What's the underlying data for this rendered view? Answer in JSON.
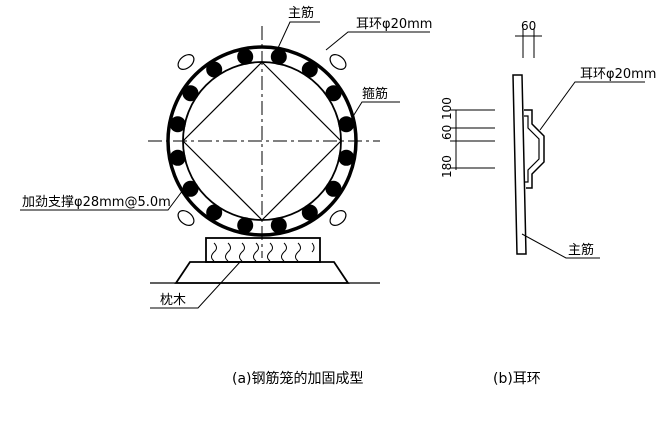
{
  "figure_a": {
    "labels": {
      "main_bar": "主筋",
      "ear_ring": "耳环φ20mm",
      "stirrup": "箍筋",
      "stiffener": "加劲支撑φ28mm@5.0m",
      "sleeper": "枕木"
    },
    "caption": "(a)钢筋笼的加固成型"
  },
  "figure_b": {
    "labels": {
      "top_dim": "60",
      "ear_ring": "耳环φ20mm",
      "main_bar": "主筋",
      "dim_100": "100",
      "dim_60": "60",
      "dim_180": "180"
    },
    "caption": "(b)耳环"
  }
}
